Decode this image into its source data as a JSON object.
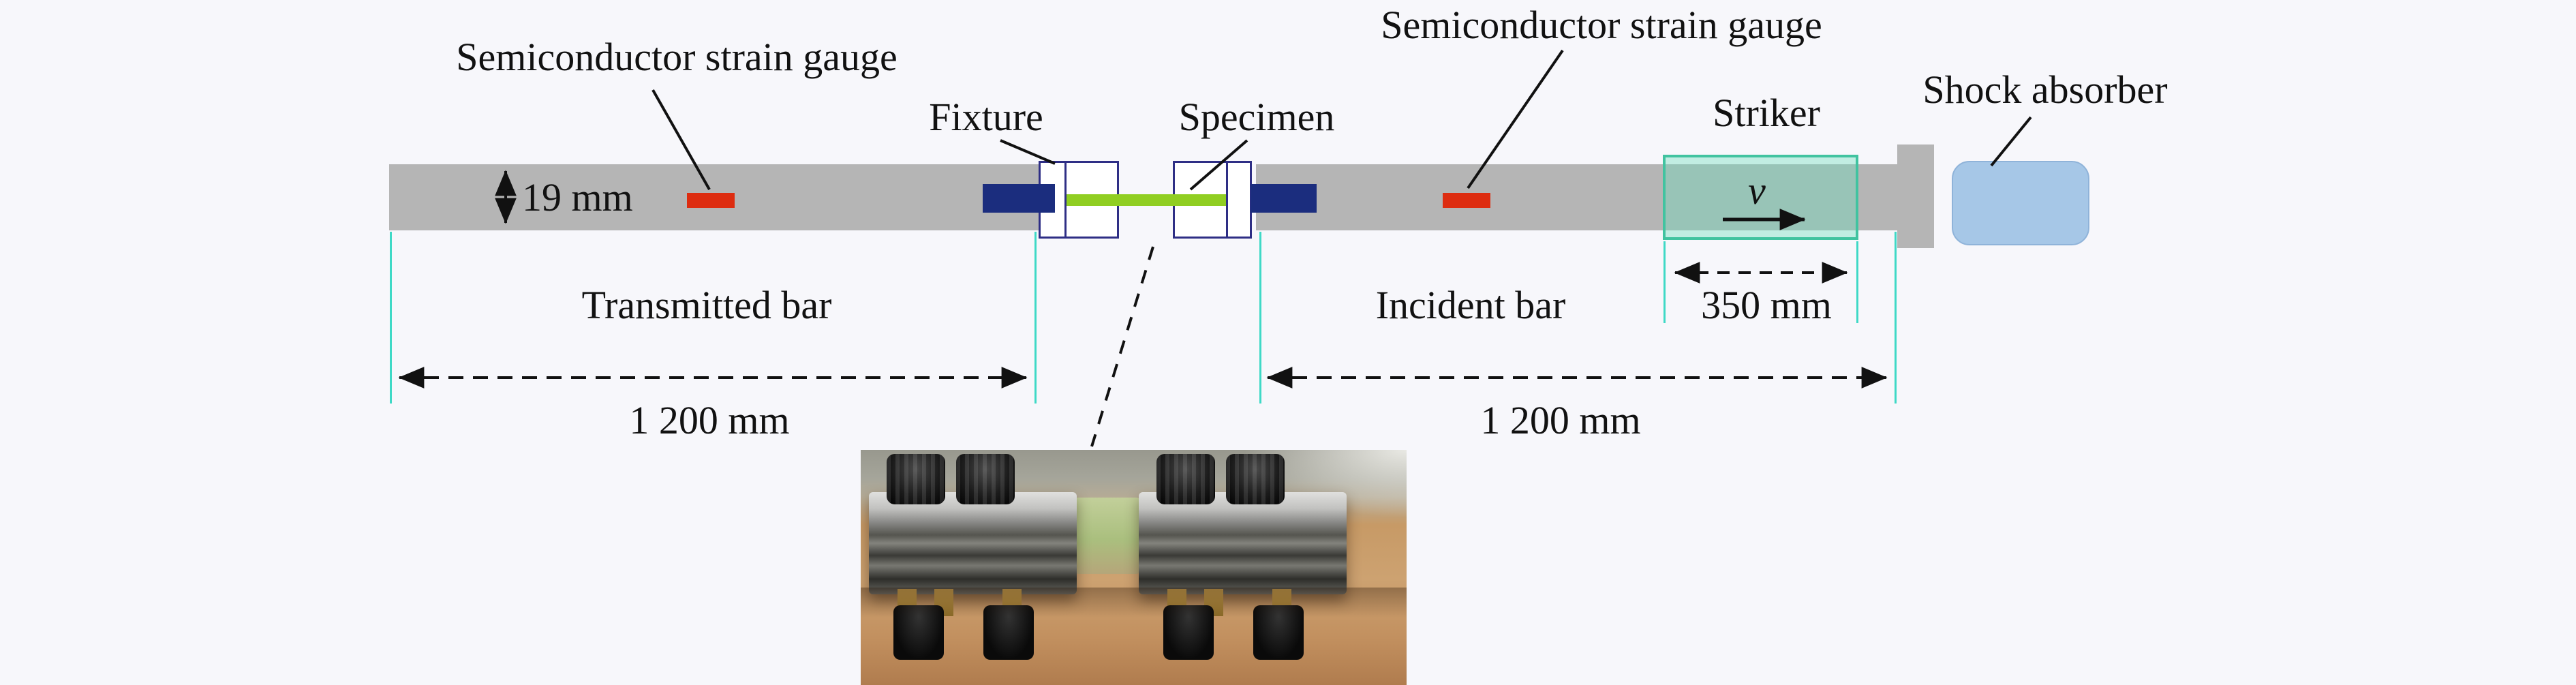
{
  "diagram": {
    "labels": {
      "strain_gauge_left": "Semiconductor strain gauge",
      "strain_gauge_right": "Semiconductor strain gauge",
      "fixture": "Fixture",
      "specimen": "Specimen",
      "striker": "Striker",
      "shock_absorber": "Shock absorber",
      "transmitted_bar": "Transmitted bar",
      "incident_bar": "Incident bar",
      "velocity": "v"
    },
    "dimensions": {
      "bar_height": "19 mm",
      "striker_length": "350 mm",
      "transmitted_bar_length": "1 200 mm",
      "incident_bar_length": "1 200 mm"
    },
    "colors": {
      "background": "#f7f7fb",
      "bar_gray": "#b5b5b5",
      "gauge_red": "#dd2c10",
      "adapter_navy": "#1b2d7e",
      "fixture_border": "#2e2e85",
      "specimen_green": "#90ce22",
      "striker_border": "#41c3a0",
      "shock_absorber_blue": "#a6c7e7",
      "extension_teal": "#3fd9c6"
    }
  }
}
